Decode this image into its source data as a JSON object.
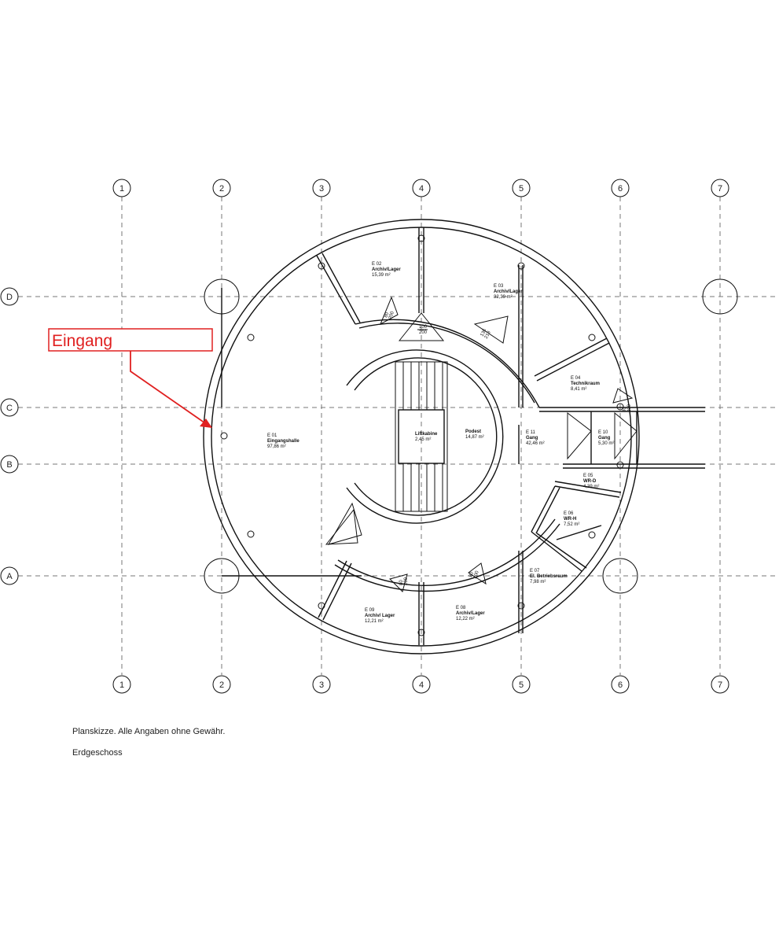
{
  "grid": {
    "columns": [
      "1",
      "2",
      "3",
      "4",
      "5",
      "6",
      "7"
    ],
    "rows": [
      "D",
      "C",
      "B",
      "A"
    ]
  },
  "callout": {
    "label": "Eingang",
    "color": "#e02020"
  },
  "rooms": [
    {
      "id": "E 01",
      "name": "Eingangshalle",
      "area": "97,86 m²"
    },
    {
      "id": "E 02",
      "name": "Archiv/Lager",
      "area": "15,39 m²"
    },
    {
      "id": "E 03",
      "name": "Archiv/Lager",
      "area": "32,39 m²"
    },
    {
      "id": "E 04",
      "name": "Technikraum",
      "area": "8,41 m²"
    },
    {
      "id": "E 05",
      "name": "WR-D",
      "area": "4,39 m²"
    },
    {
      "id": "E 06",
      "name": "WR-H",
      "area": "7,52 m²"
    },
    {
      "id": "E 07",
      "name": "El. Betriebsraum",
      "area": "7,98 m²"
    },
    {
      "id": "E 08",
      "name": "Archiv/Lager",
      "area": "12,22 m²"
    },
    {
      "id": "E 09",
      "name": "Archiv/ Lager",
      "area": "12,21 m²"
    },
    {
      "id": "E 10",
      "name": "Gang",
      "area": "5,30 m²"
    },
    {
      "id": "E 11",
      "name": "Gang",
      "area": "42,46 m²"
    },
    {
      "id": "",
      "name": "Liftkabine",
      "area": "2,45 m²"
    },
    {
      "id": "",
      "name": "Podest",
      "area": "14,87 m²"
    }
  ],
  "door_dims": [
    {
      "w": "80",
      "h": "200"
    },
    {
      "w": "100",
      "h": "200"
    },
    {
      "w": "135",
      "h": "213"
    },
    {
      "w": "80",
      "h": "200"
    },
    {
      "w": "80",
      "h": "200"
    },
    {
      "w": "80",
      "h": "200"
    }
  ],
  "notes": {
    "disclaimer": "Planskizze. Alle Angaben ohne Gewähr.",
    "floor": "Erdgeschoss"
  }
}
